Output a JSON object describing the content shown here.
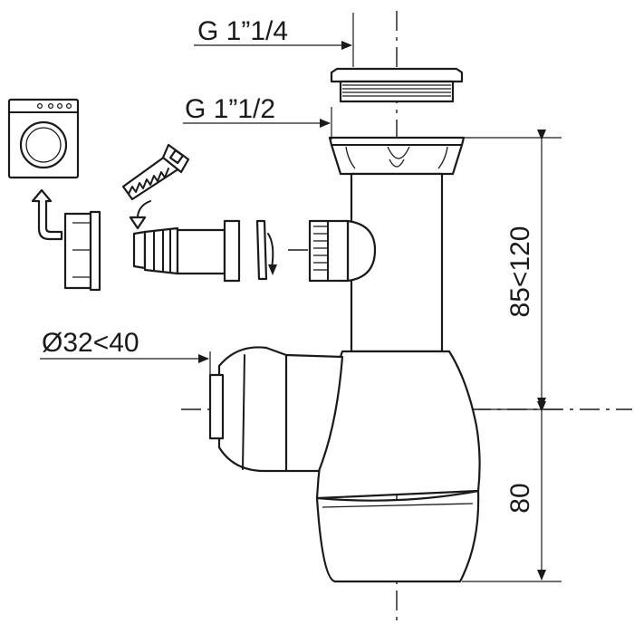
{
  "labels": {
    "thread_cap": "G 1”1/4",
    "thread_inlet": "G 1”1/2",
    "outlet_diameter": "Ø32<40",
    "height_upper": "85<120",
    "height_lower": "80"
  },
  "icons": [
    "washing-machine-icon",
    "saw-icon",
    "up-arrow-icon",
    "down-arrow-icon"
  ],
  "colors": {
    "line": "#1a1a1a",
    "background": "#ffffff"
  }
}
